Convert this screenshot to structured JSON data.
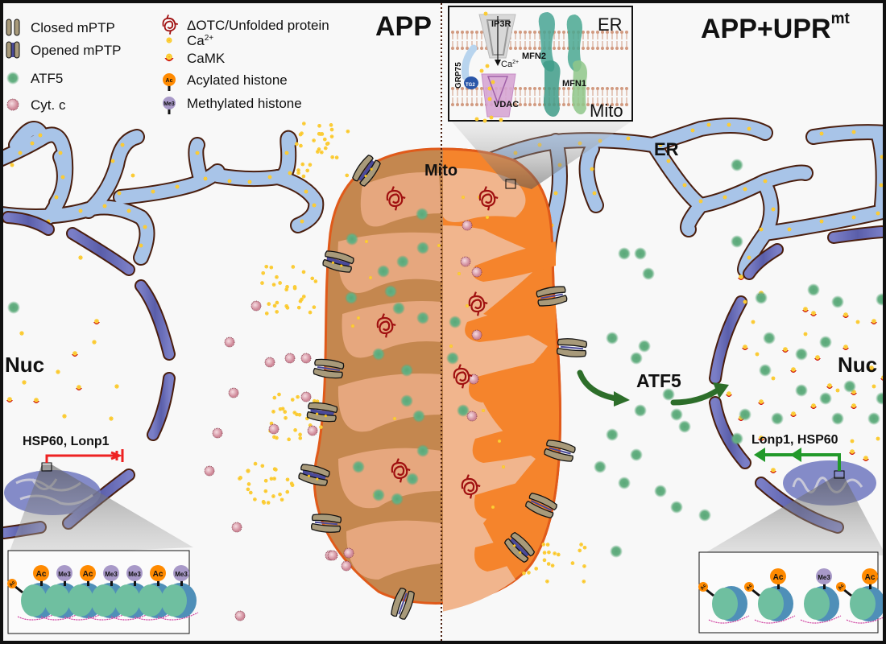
{
  "titles": {
    "left_panel": "APP",
    "right_panel": "APP+UPR",
    "right_panel_superscript": "mt"
  },
  "legend": [
    {
      "icon": "closed-mptp-icon",
      "label": "Closed mPTP"
    },
    {
      "icon": "opened-mptp-icon",
      "label": "Opened mPTP"
    },
    {
      "icon": "atf5-icon",
      "label": "ATF5"
    },
    {
      "icon": "cytochrome-c-icon",
      "label": "Cyt. c"
    },
    {
      "icon": "unfolded-protein-icon",
      "label": "ΔOTC/Unfolded protein"
    },
    {
      "icon": "calcium-icon",
      "label": "Ca",
      "superscript": "2+"
    },
    {
      "icon": "camk-icon",
      "label": "CaMK"
    },
    {
      "icon": "acylated-histone-icon",
      "label": "Acylated histone",
      "badge": "Ac"
    },
    {
      "icon": "methylated-histone-icon",
      "label": "Methylated histone",
      "badge": "Me3"
    }
  ],
  "labels": {
    "mito": "Mito",
    "er": "ER",
    "nuc_left": "Nuc",
    "nuc_right": "Nuc",
    "atf5": "ATF5",
    "left_genes": "HSP60, Lonp1",
    "right_genes": "Lonp1, HSP60"
  },
  "inset_mam": {
    "er_label": "ER",
    "mito_label": "Mito",
    "ip3r": "IP3R",
    "ca": "Ca",
    "ca_sup": "2+",
    "grp75": "GRP75",
    "tg2": "TG2",
    "vdac": "VDAC",
    "mfn2": "MFN2",
    "mfn1": "MFN1"
  },
  "inset_chromatin_left": {
    "marks": [
      "Ac",
      "Me3",
      "Ac",
      "Me3",
      "Me3",
      "Ac",
      "Me3"
    ],
    "side_mark": "Ac"
  },
  "inset_chromatin_right": {
    "nucleosomes": [
      {
        "side": "Ac",
        "top": ""
      },
      {
        "side": "Ac",
        "top": "Ac"
      },
      {
        "side": "",
        "top": "Me3"
      },
      {
        "side": "Ac",
        "top": "Ac"
      }
    ]
  },
  "colors": {
    "er_fill": "#a8c4e8",
    "er_stroke": "#4a1e0e",
    "mito_left_fill": "#c4874f",
    "mito_left_cristae": "#e6a77e",
    "mito_right_fill": "#f5842c",
    "mito_right_cristae": "#f1b58d",
    "mito_outline": "#e05a1a",
    "nuclear_envelope": "#6a6eb8",
    "atf5": "#5aa878",
    "cyt_c": "#d99aa8",
    "calcium": "#f7c21a",
    "camk_red": "#cc1111",
    "unfolded": "#a01010",
    "mptp": "#a89a7a",
    "inhibit_arrow": "#ee2222",
    "activate_arrow": "#22992a",
    "atf5_arrow": "#2d6e2a",
    "acetyl": "#ff8a00",
    "methyl": "#a899c8"
  }
}
